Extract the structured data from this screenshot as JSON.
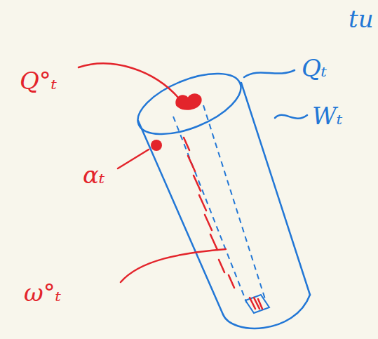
{
  "diagram": {
    "labels": [
      "tu",
      "Qₜ",
      "Wₜ",
      "Q°ₜ",
      "αₜ",
      "ω°ₜ"
    ]
  }
}
